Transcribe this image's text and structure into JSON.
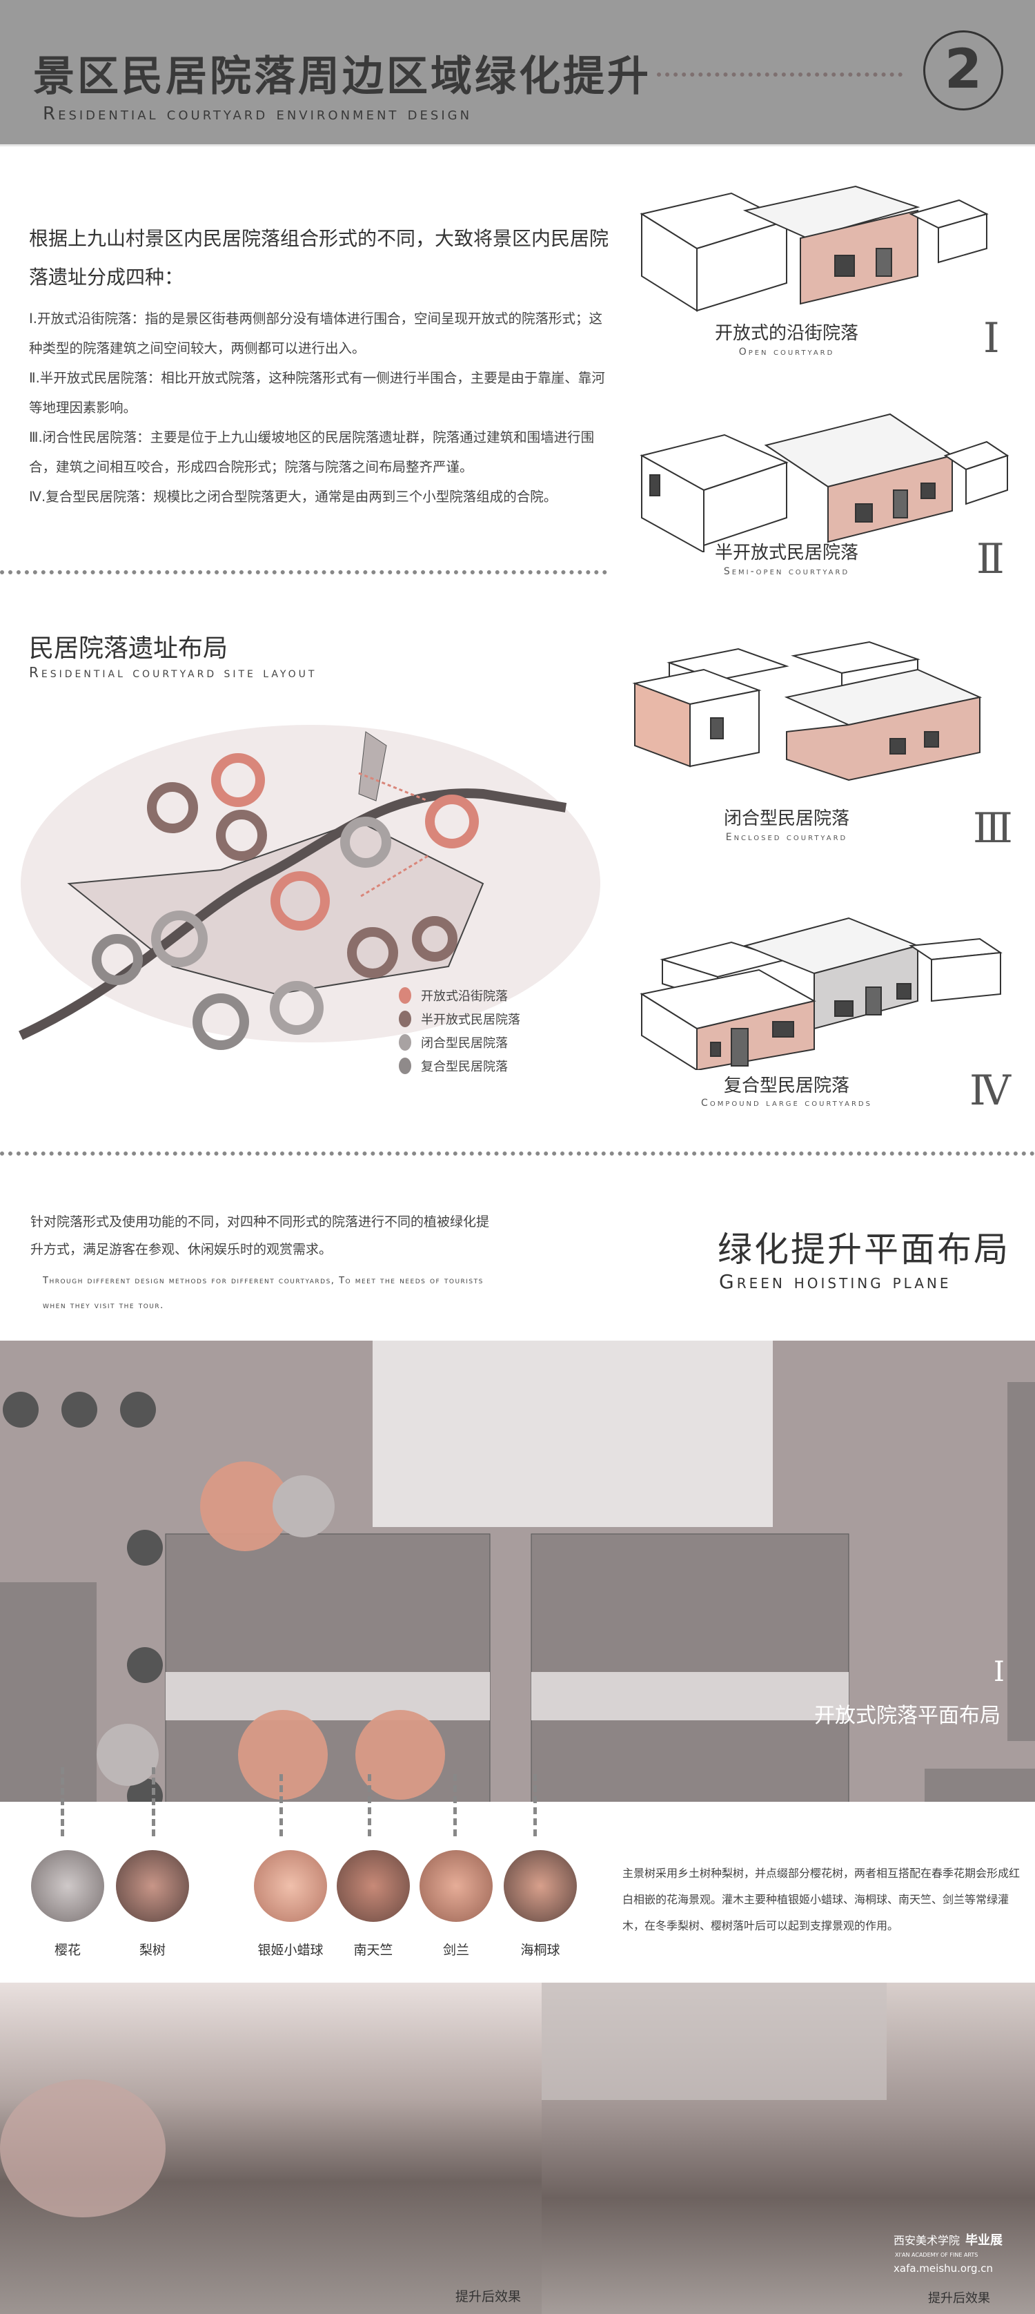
{
  "header": {
    "title": "景区民居院落周边区域绿化提升",
    "subtitle": "Residential courtyard environment design",
    "number": "2"
  },
  "intro": {
    "heading": "根据上九山村景区内民居院落组合形式的不同，大致将景区内民居院落遗址分成四种：",
    "items": [
      "Ⅰ.开放式沿街院落：指的是景区街巷两侧部分没有墙体进行围合，空间呈现开放式的院落形式；这种类型的院落建筑之间空间较大，两侧都可以进行出入。",
      "Ⅱ.半开放式民居院落：相比开放式院落，这种院落形式有一侧进行半围合，主要是由于靠崖、靠河等地理因素影响。",
      "Ⅲ.闭合性民居院落：主要是位于上九山缓坡地区的民居院落遗址群，院落通过建筑和围墙进行围合，建筑之间相互咬合，形成四合院形式；院落与院落之间布局整齐严谨。",
      "Ⅳ.复合型民居院落：规模比之闭合型院落更大，通常是由两到三个小型院落组成的合院。"
    ]
  },
  "courtyard_types": [
    {
      "label": "开放式的沿街院落",
      "en": "Open courtyard",
      "numeral": "Ⅰ"
    },
    {
      "label": "半开放式民居院落",
      "en": "Semi-open courtyard",
      "numeral": "Ⅱ"
    },
    {
      "label": "闭合型民居院落",
      "en": "Enclosed courtyard",
      "numeral": "Ⅲ"
    },
    {
      "label": "复合型民居院落",
      "en": "Compound large courtyards",
      "numeral": "Ⅳ"
    }
  ],
  "site_layout": {
    "title": "民居院落遗址布局",
    "subtitle": "Residential courtyard site layout",
    "legend": [
      {
        "label": "开放式沿街院落",
        "color": "#d9867a"
      },
      {
        "label": "半开放式民居院落",
        "color": "#8a6e6a"
      },
      {
        "label": "闭合型民居院落",
        "color": "#a8a2a2"
      },
      {
        "label": "复合型民居院落",
        "color": "#8f8a8a"
      }
    ]
  },
  "green": {
    "desc": "针对院落形式及使用功能的不同，对四种不同形式的院落进行不同的植被绿化提升方式，满足游客在参观、休闲娱乐时的观赏需求。",
    "desc_en": "Through different design methods for different courtyards, To meet the needs of tourists when they visit the tour.",
    "title": "绿化提升平面布局",
    "title_en": "Green hoisting plane",
    "plan_numeral": "Ⅰ",
    "plan_label": "开放式院落平面布局"
  },
  "plants": [
    {
      "label": "樱花",
      "color": "#a8a2a0"
    },
    {
      "label": "梨树",
      "color": "#8a665c"
    },
    {
      "label": "银姬小蜡球",
      "color": "#d9a08c"
    },
    {
      "label": "南天竺",
      "color": "#a0685a"
    },
    {
      "label": "剑兰",
      "color": "#c98a76"
    },
    {
      "label": "海桐球",
      "color": "#a07466"
    }
  ],
  "plant_desc": "主景树采用乡土树种梨树，并点缀部分樱花树，两者相互搭配在春季花期会形成红白相嵌的花海景观。灌木主要种植银姬小蜡球、海桐球、南天竺、剑兰等常绿灌木，在冬季梨树、樱树落叶后可以起到支撑景观的作用。",
  "photos": {
    "caption_left": "提升后效果",
    "caption_right": "提升后效果",
    "watermark_name": "西安美术学院",
    "watermark_sub": "XI'AN ACADEMY OF FINE ARTS",
    "watermark_badge": "毕业展",
    "watermark_url": "xafa.meishu.org.cn"
  }
}
